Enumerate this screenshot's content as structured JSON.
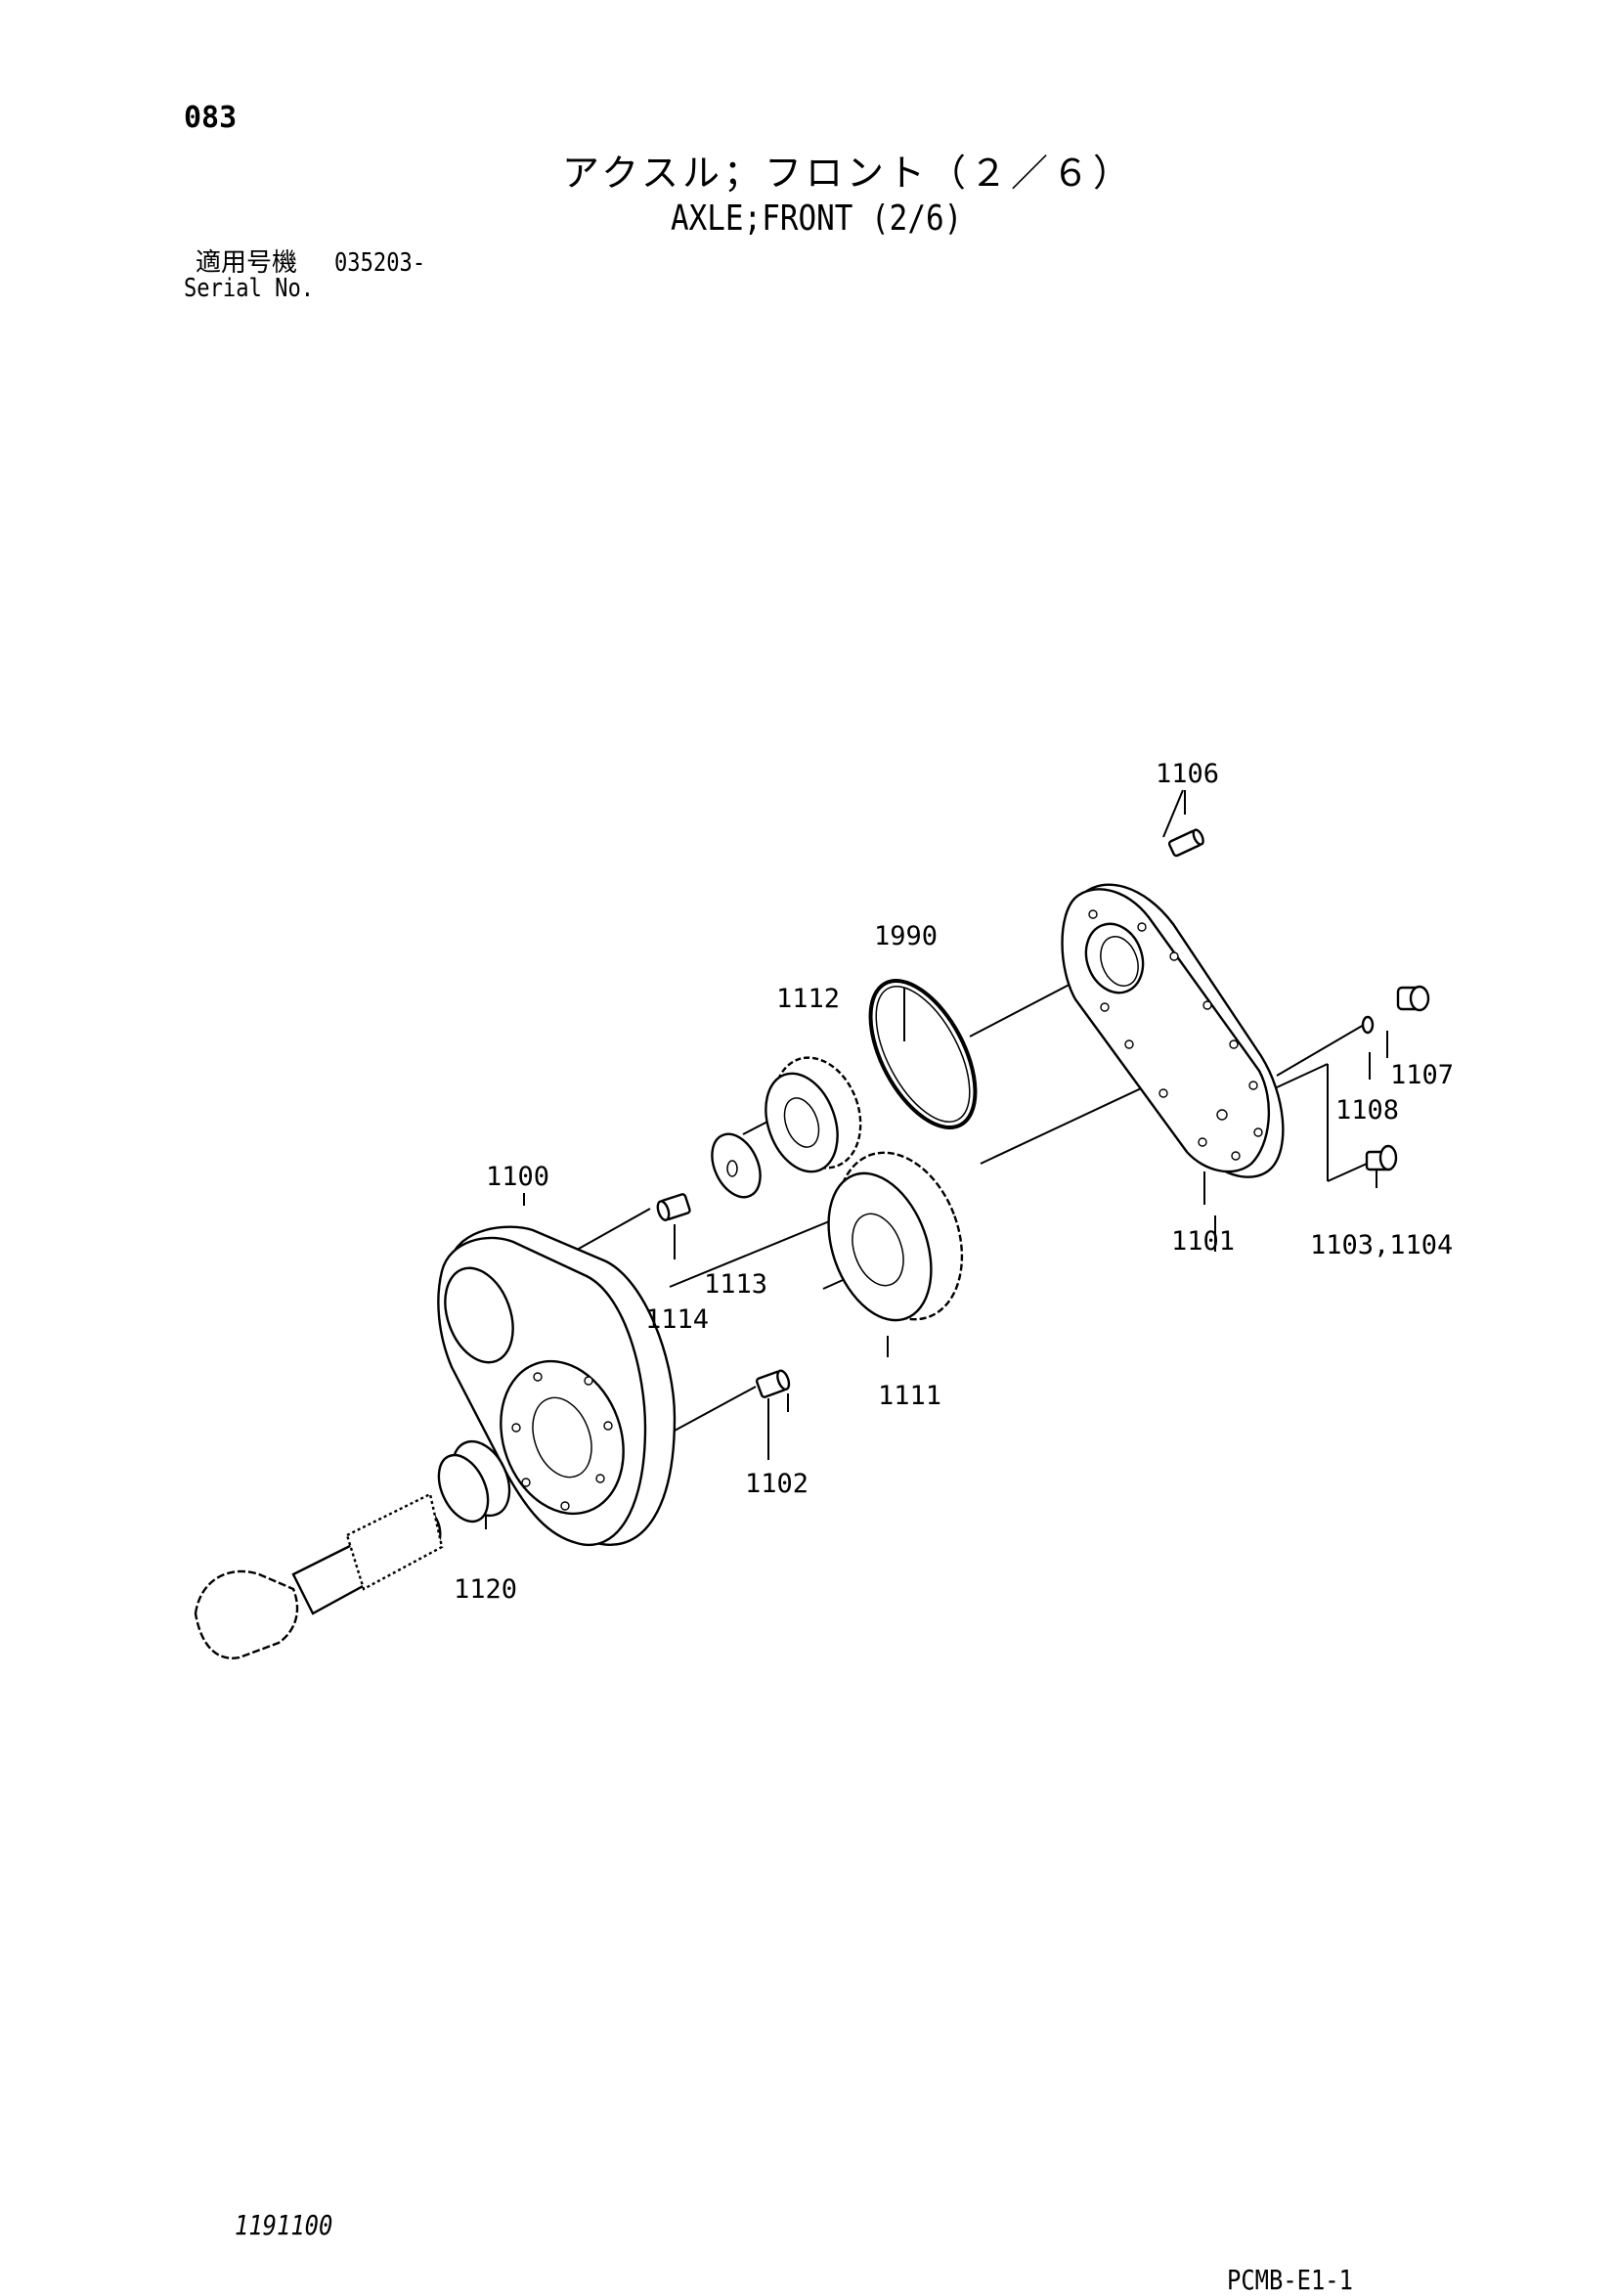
{
  "header": {
    "page_number": "083",
    "title_jp": "アクスル；フロント（２／６）",
    "title_en": "AXLE;FRONT (2/6)",
    "serial_label_jp": "適用号機",
    "serial_value": "035203-",
    "serial_label_en": "Serial No."
  },
  "callouts": [
    "1106",
    "1990",
    "1112",
    "1107",
    "1108",
    "1100",
    "1101",
    "1103,1104",
    "1113",
    "1114",
    "1111",
    "1102",
    "1120"
  ],
  "footer": {
    "drawing_id": "1191100",
    "page_code": "PCMB-E1-1"
  }
}
